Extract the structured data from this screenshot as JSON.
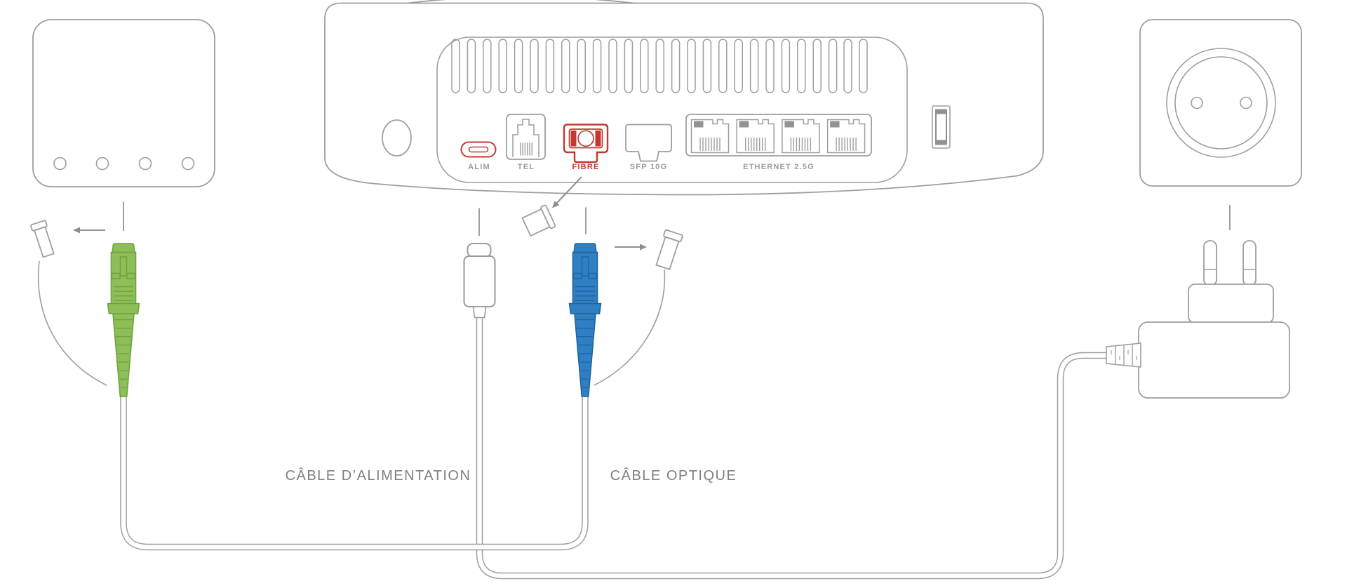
{
  "router": {
    "ports": {
      "alim_label": "ALIM",
      "tel_label": "TEL",
      "fibre_label": "FIBRE",
      "sfp_label": "SFP 10G",
      "ethernet_label": "ETHERNET 2.5G"
    }
  },
  "cables": {
    "power_label": "CÂBLE D’ALIMENTATION",
    "optical_label": "CÂBLE OPTIQUE"
  },
  "colors": {
    "outline_gray": "#9e9e9e",
    "label_gray": "#9b9b9b",
    "cable_text_gray": "#7f7f7f",
    "accent_red": "#c13a32",
    "fiber_green": "#8dbe57",
    "fiber_green_dark": "#6da23e",
    "fiber_blue": "#2f80c3",
    "fiber_blue_dark": "#1f62a0"
  }
}
